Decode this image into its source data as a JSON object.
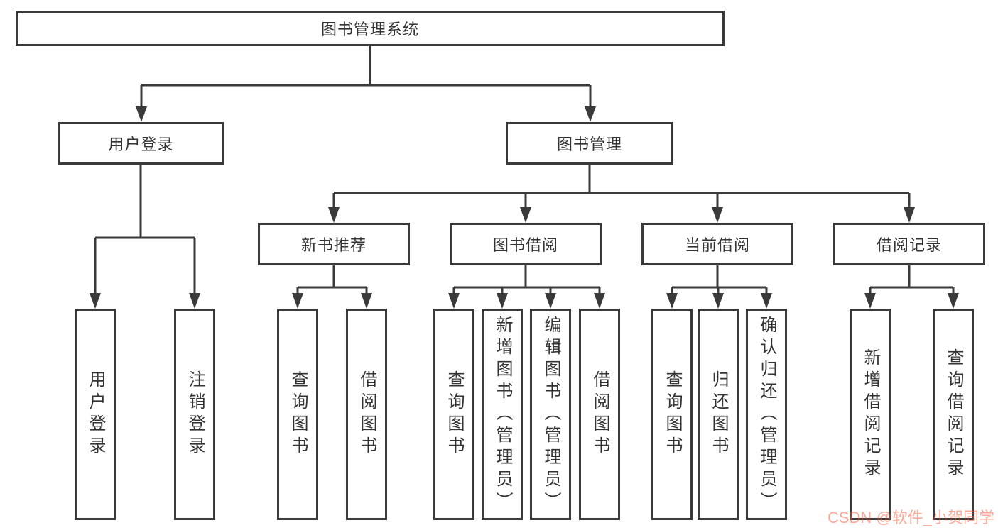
{
  "tree": {
    "root": {
      "label": "图书管理系统"
    },
    "branches": [
      {
        "label": "用户登录",
        "children": [
          {
            "label": "用户登录"
          },
          {
            "label": "注销登录"
          }
        ]
      },
      {
        "label": "图书管理",
        "children": [
          {
            "label": "新书推荐",
            "children": [
              {
                "label": "查询图书"
              },
              {
                "label": "借阅图书"
              }
            ]
          },
          {
            "label": "图书借阅",
            "children": [
              {
                "label": "查询图书"
              },
              {
                "label": "新增图书（管理员）"
              },
              {
                "label": "编辑图书（管理员）"
              },
              {
                "label": "借阅图书"
              }
            ]
          },
          {
            "label": "当前借阅",
            "children": [
              {
                "label": "查询图书"
              },
              {
                "label": "归还图书"
              },
              {
                "label": "确认归还（管理员）"
              }
            ]
          },
          {
            "label": "借阅记录",
            "children": [
              {
                "label": "新增借阅记录"
              },
              {
                "label": "查询借阅记录"
              }
            ]
          }
        ]
      }
    ]
  },
  "colors": {
    "line": "#3a3a3a",
    "text": "#333333",
    "background": "#ffffff"
  },
  "watermark": {
    "text": "CSDN @软件_小贺同学",
    "color": "#fc5531"
  }
}
